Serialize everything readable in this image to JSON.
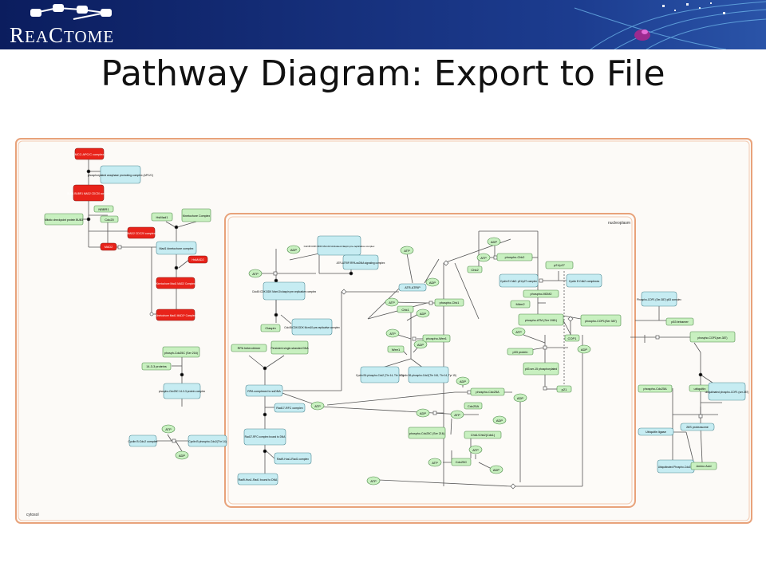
{
  "header": {
    "logo": "REACTOME"
  },
  "title": "Pathway Diagram: Export to File",
  "compartments": {
    "outer": "cytosol",
    "inner": "nucleoplasm"
  },
  "colors": {
    "red": "#e8231a",
    "blue": "#c6ecf2",
    "green": "#c8f0c0",
    "border": "#e8a27a"
  },
  "nodes": [
    {
      "id": "n1",
      "label": "MCC:APC/C complex",
      "color": "red"
    },
    {
      "id": "n2",
      "label": "phosphorylated anaphase promoting complex (APC/C)",
      "color": "blue"
    },
    {
      "id": "n3",
      "label": "BUB1 BUBR1 MAD2 CDC20 complex",
      "color": "red"
    },
    {
      "id": "n4",
      "label": "NBBR1",
      "color": "green"
    },
    {
      "id": "n5",
      "label": "Mitotic checkpoint protein BUB3",
      "color": "green"
    },
    {
      "id": "n6",
      "label": "Cdc20",
      "color": "green"
    },
    {
      "id": "n7",
      "label": "MAD2 CDC20 complex",
      "color": "red"
    },
    {
      "id": "n8",
      "label": "MAD2",
      "color": "red"
    },
    {
      "id": "n9",
      "label": "HsMad1",
      "color": "green"
    },
    {
      "id": "n10",
      "label": "Kinetochore Complex",
      "color": "green"
    },
    {
      "id": "n11",
      "label": "Mad1 kinetochore complex",
      "color": "blue"
    },
    {
      "id": "n12",
      "label": "HsMAD2",
      "color": "red"
    },
    {
      "id": "n13",
      "label": "Kinetochore Mad1 MAD2 Complex",
      "color": "red"
    },
    {
      "id": "n14",
      "label": "Kinetochore Mad1 MAD2* Complex",
      "color": "red"
    },
    {
      "id": "n15",
      "label": "phosph-Cdc25C (Ser 216)",
      "color": "green"
    },
    {
      "id": "n16",
      "label": "14-3-3 proteins",
      "color": "green"
    },
    {
      "id": "n17",
      "label": "phospho-Cdc25C 14-3-3 protein complex",
      "color": "blue"
    },
    {
      "id": "n18",
      "label": "Cyclin B:Cdc2 complex",
      "color": "blue"
    },
    {
      "id": "n19",
      "label": "Cyclin B phospho-Cdc2(Thr 14)",
      "color": "blue"
    },
    {
      "id": "n20",
      "label": "Cdc45:CDK:DDK Mcm10:Activated claspin pre-replicative complex",
      "color": "blue"
    },
    {
      "id": "n21",
      "label": "ATR-ATRIP-RPA-ssDNA signaling complex",
      "color": "blue"
    },
    {
      "id": "n22",
      "label": "Cdc45:CDK:DDK Mcm10:claspin pre-replicative complex",
      "color": "blue"
    },
    {
      "id": "n23",
      "label": "Claspin",
      "color": "green"
    },
    {
      "id": "n24",
      "label": "Cdc45:CDK:DDK Mcm10:pre-replicative complex",
      "color": "blue"
    },
    {
      "id": "n25",
      "label": "RPA heterotrimer",
      "color": "green"
    },
    {
      "id": "n26",
      "label": "Persistent single-stranded DNA",
      "color": "green"
    },
    {
      "id": "n27",
      "label": "RPA complexed to ssDNA",
      "color": "blue"
    },
    {
      "id": "n28",
      "label": "Rad17-RFC complex",
      "color": "blue"
    },
    {
      "id": "n29",
      "label": "Rad17-RFC complex bound to DNA",
      "color": "blue"
    },
    {
      "id": "n30",
      "label": "Rad9-Hus1-Rad1 complex",
      "color": "blue"
    },
    {
      "id": "n31",
      "label": "Rad9-Hus1-Rad1 bound to DNA",
      "color": "blue"
    },
    {
      "id": "n32",
      "label": "ATR-ATRIP",
      "color": "blue"
    },
    {
      "id": "n33",
      "label": "Chk1",
      "color": "green"
    },
    {
      "id": "n34",
      "label": "phospho-Chk1",
      "color": "green"
    },
    {
      "id": "n35",
      "label": "Wee1",
      "color": "green"
    },
    {
      "id": "n36",
      "label": "phospho-Wee1",
      "color": "green"
    },
    {
      "id": "n37",
      "label": "Cyclin B1:phospho-Cdc2 (Thr 14, Thr 161)",
      "color": "blue"
    },
    {
      "id": "n38",
      "label": "Cyclin B1:phospho-Cdc2(Thr 161, Thr 14, Tyr 15)",
      "color": "blue"
    },
    {
      "id": "n39",
      "label": "phospho-Cdc25A",
      "color": "green"
    },
    {
      "id": "n40",
      "label": "Cdc25A",
      "color": "green"
    },
    {
      "id": "n41",
      "label": "phospho-Cdc25C (Ser 216)",
      "color": "green"
    },
    {
      "id": "n42",
      "label": "Chk1/Chk2(Cds1)",
      "color": "green"
    },
    {
      "id": "n43",
      "label": "Cdc25C",
      "color": "green"
    },
    {
      "id": "n44",
      "label": "Chk2",
      "color": "green"
    },
    {
      "id": "n45",
      "label": "phospho-Chk2",
      "color": "green"
    },
    {
      "id": "n46",
      "label": "p21/p27",
      "color": "green"
    },
    {
      "id": "n47",
      "label": "Cyclin E:Cdk2: p21/p27 complex",
      "color": "blue"
    },
    {
      "id": "n48",
      "label": "Cyclin E:Cdk2 complexes",
      "color": "blue"
    },
    {
      "id": "n49",
      "label": "phospho-MDM2",
      "color": "green"
    },
    {
      "id": "n50",
      "label": "Mdm2",
      "color": "green"
    },
    {
      "id": "n51",
      "label": "phospho-ATM (Ser 1981)",
      "color": "green"
    },
    {
      "id": "n52",
      "label": "COP1",
      "color": "green"
    },
    {
      "id": "n53",
      "label": "p53 protein",
      "color": "green"
    },
    {
      "id": "n54",
      "label": "p53 ser-15 phosphorylated",
      "color": "green"
    },
    {
      "id": "n55",
      "label": "p21",
      "color": "green"
    },
    {
      "id": "n56",
      "label": "phospho-COP1(Ser 387)",
      "color": "green"
    },
    {
      "id": "n57",
      "label": "Phospho-COP1 (Ser-387):p53 complex",
      "color": "blue"
    },
    {
      "id": "n58",
      "label": "p53 tetramer",
      "color": "green"
    },
    {
      "id": "n59",
      "label": "phospho-COP1(ser-387)",
      "color": "green"
    },
    {
      "id": "n60",
      "label": "phospho-Cdc25A",
      "color": "green"
    },
    {
      "id": "n61",
      "label": "ubiquitin",
      "color": "green"
    },
    {
      "id": "n62",
      "label": "ubiquitinated phospho-COP1 (ser-387)",
      "color": "blue"
    },
    {
      "id": "n63",
      "label": "Ubiquitin ligase",
      "color": "blue"
    },
    {
      "id": "n64",
      "label": "26S proteasome",
      "color": "blue"
    },
    {
      "id": "n65",
      "label": "Ubiquitinated Phospho-Cdc25A",
      "color": "blue"
    },
    {
      "id": "n66",
      "label": "Amino Acid",
      "color": "green"
    }
  ],
  "small_molecules": [
    "ADP",
    "ATP"
  ]
}
